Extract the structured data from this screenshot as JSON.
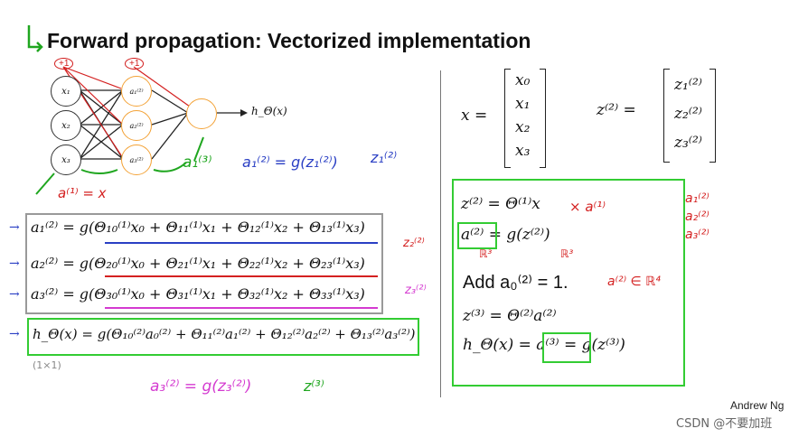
{
  "slide": {
    "title": "Forward propagation: Vectorized implementation",
    "author": "Andrew Ng",
    "watermark": "CSDN @不要加班"
  },
  "network": {
    "inputs": [
      "x₁",
      "x₂",
      "x₃"
    ],
    "hidden": [
      "a₁⁽²⁾",
      "a₂⁽²⁾",
      "a₃⁽²⁾"
    ],
    "bias_label": "+1",
    "output_label": "h_Θ(x)"
  },
  "left_equations": {
    "a1": "a₁⁽²⁾ = g(Θ₁₀⁽¹⁾x₀ + Θ₁₁⁽¹⁾x₁ + Θ₁₂⁽¹⁾x₂ + Θ₁₃⁽¹⁾x₃)",
    "a2": "a₂⁽²⁾ = g(Θ₂₀⁽¹⁾x₀ + Θ₂₁⁽¹⁾x₁ + Θ₂₂⁽¹⁾x₂ + Θ₂₃⁽¹⁾x₃)",
    "a3": "a₃⁽²⁾ = g(Θ₃₀⁽¹⁾x₀ + Θ₃₁⁽¹⁾x₁ + Θ₃₂⁽¹⁾x₂ + Θ₃₃⁽¹⁾x₃)",
    "h": "h_Θ(x) = g(Θ₁₀⁽²⁾a₀⁽²⁾ + Θ₁₁⁽²⁾a₁⁽²⁾ + Θ₁₂⁽²⁾a₂⁽²⁾ + Θ₁₃⁽²⁾a₃⁽²⁾)"
  },
  "right_top": {
    "x_lhs": "x =",
    "x_vec": [
      "x₀",
      "x₁",
      "x₂",
      "x₃"
    ],
    "z_lhs": "z⁽²⁾ =",
    "z_vec": [
      "z₁⁽²⁾",
      "z₂⁽²⁾",
      "z₃⁽²⁾"
    ]
  },
  "right_steps": {
    "s1": "z⁽²⁾ = Θ⁽¹⁾x",
    "s2": "a⁽²⁾ = g(z⁽²⁾)",
    "s3": "Add a₀⁽²⁾ = 1.",
    "s4": "z⁽³⁾ = Θ⁽²⁾a⁽²⁾",
    "s5": "h_Θ(x) = a⁽³⁾ = g(z⁽³⁾)"
  },
  "annotations": {
    "a1_eq_x": "a⁽¹⁾ = x",
    "a3_1": "a₁⁽³⁾",
    "a1_g": "a₁⁽²⁾ = g(z₁⁽²⁾)",
    "z1_2": "z₁⁽²⁾",
    "z2_2": "z₂⁽²⁾",
    "z3_2": "z₃⁽²⁾",
    "a3_g": "a₃⁽²⁾ = g(z₃⁽²⁾)",
    "z3": "z⁽³⁾",
    "theta_a1": "× a⁽¹⁾",
    "r3_a": "ℝ³",
    "r3_b": "ℝ³",
    "a_r4": "a⁽²⁾ ∈ ℝ⁴",
    "a_stack": "a₁⁽²⁾ a₂⁽²⁾ a₃⁽²⁾",
    "dims": "(1×1)"
  },
  "colors": {
    "red": "#d42020",
    "blue": "#2a3fc4",
    "magenta": "#d43ad0",
    "green": "#33cc33",
    "hidden_node": "#f3a236"
  }
}
